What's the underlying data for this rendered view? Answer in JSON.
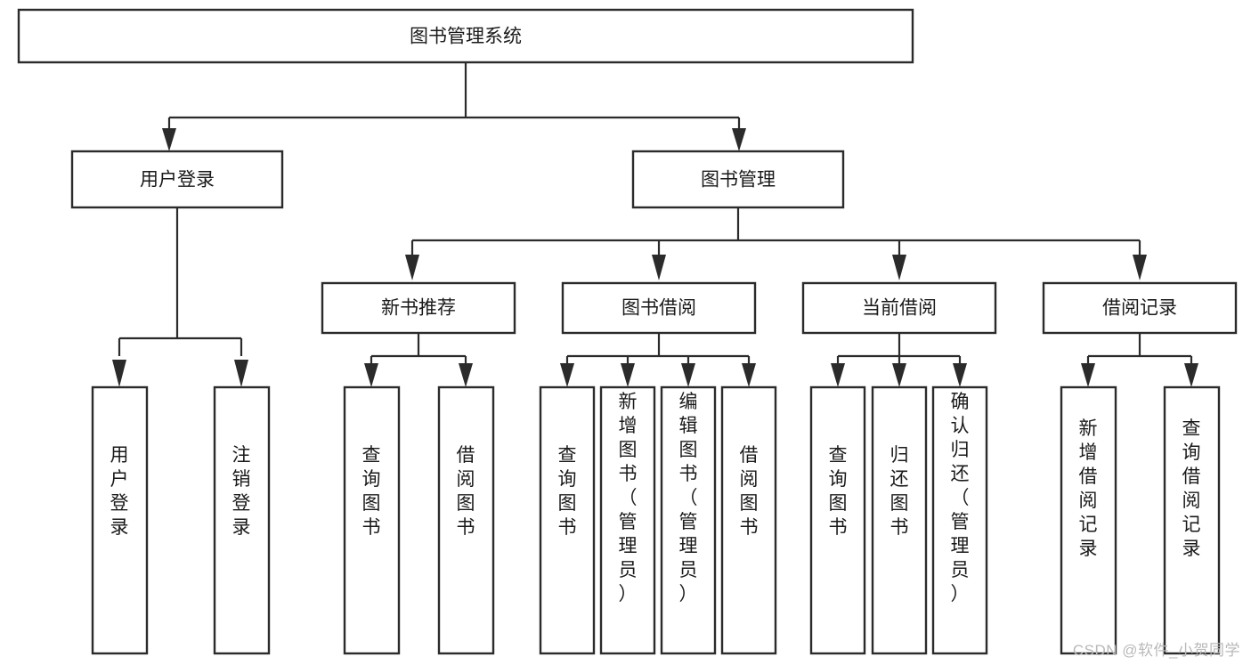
{
  "diagram": {
    "title": "图书管理系统",
    "type": "tree-hierarchy",
    "orientation": "top-down",
    "watermark": "CSDN @软件_小贺同学",
    "colors": {
      "box_stroke": "#2b2b2b",
      "box_fill": "#ffffff",
      "text": "#1a1a1a",
      "background": "#ffffff",
      "watermark": "#b9b9b9"
    },
    "root": {
      "label": "图书管理系统"
    },
    "level1": [
      {
        "label": "用户登录"
      },
      {
        "label": "图书管理"
      }
    ],
    "level2": [
      {
        "label": "新书推荐"
      },
      {
        "label": "图书借阅"
      },
      {
        "label": "当前借阅"
      },
      {
        "label": "借阅记录"
      }
    ],
    "leaves": {
      "user_login": [
        {
          "label": "用户登录"
        },
        {
          "label": "注销登录"
        }
      ],
      "new_book_recommend": [
        {
          "label": "查询图书"
        },
        {
          "label": "借阅图书"
        }
      ],
      "book_borrow": [
        {
          "label": "查询图书"
        },
        {
          "label": "新增图书（管理员）"
        },
        {
          "label": "编辑图书（管理员）"
        },
        {
          "label": "借阅图书"
        }
      ],
      "current_borrow": [
        {
          "label": "查询图书"
        },
        {
          "label": "归还图书"
        },
        {
          "label": "确认归还（管理员）"
        }
      ],
      "borrow_record": [
        {
          "label": "新增借阅记录"
        },
        {
          "label": "查询借阅记录"
        }
      ]
    }
  }
}
